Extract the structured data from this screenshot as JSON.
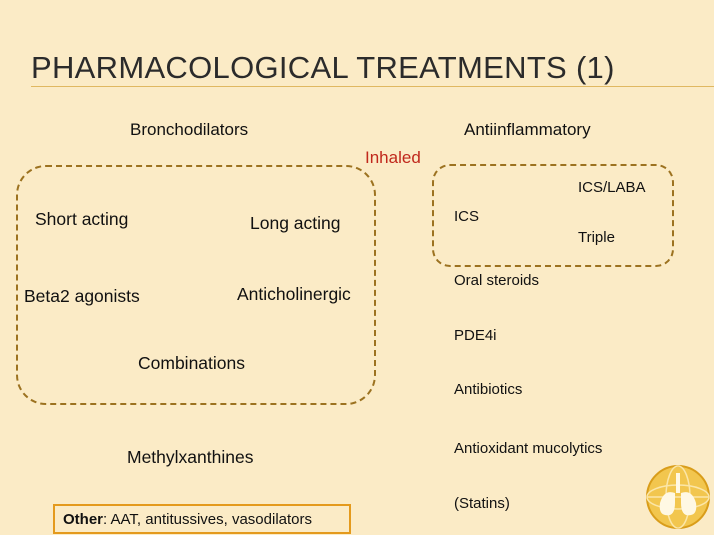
{
  "slide": {
    "title": "PHARMACOLOGICAL TREATMENTS (1)",
    "headers": {
      "left": "Bronchodilators",
      "right": "Antiinflammatory"
    },
    "inhaled_label": "Inhaled",
    "bronchodilators": {
      "short_acting": "Short acting",
      "long_acting": "Long acting",
      "beta2": "Beta2 agonists",
      "anticholinergic": "Anticholinergic",
      "combinations": "Combinations",
      "methylxanthines": "Methylxanthines"
    },
    "antiinflammatory": {
      "ics": "ICS",
      "ics_laba": "ICS/LABA",
      "triple": "Triple",
      "oral_steroids": "Oral steroids",
      "pde4i": "PDE4i",
      "antibiotics": "Antibiotics",
      "antioxidant": "Antioxidant mucolytics",
      "statins": "(Statins)"
    },
    "other": {
      "label": "Other",
      "text": ": AAT, antitussives, vasodilators"
    }
  },
  "colors": {
    "background": "#fbebc6",
    "accent": "#e49a1d",
    "dash": "#9c7220",
    "inhaled": "#c0281c"
  }
}
